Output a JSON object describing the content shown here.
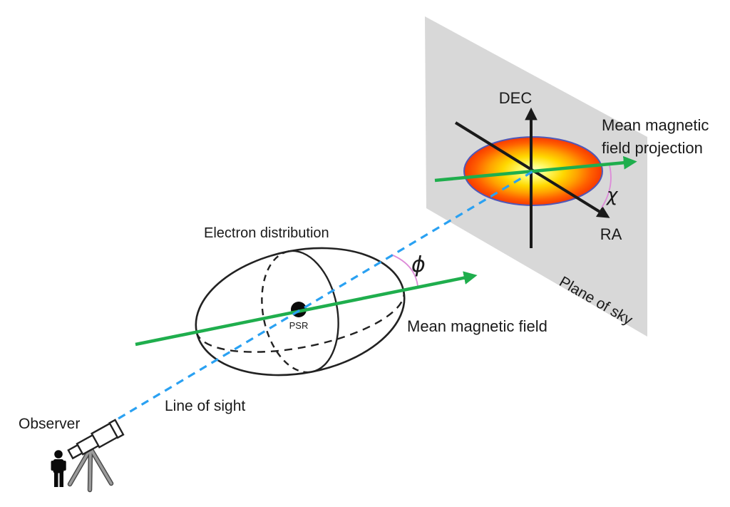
{
  "scene": {
    "observer": {
      "label": "Observer"
    },
    "line_of_sight": {
      "label": "Line of sight"
    },
    "electron_distribution": {
      "label": "Electron distribution",
      "psr_label": "PSR"
    },
    "mean_magnetic_field": {
      "label": "Mean magnetic field",
      "angle_symbol": "ϕ"
    },
    "plane_of_sky": {
      "label": "Plane of sky",
      "dec_axis_label": "DEC",
      "ra_axis_label": "RA",
      "projection_label_line1": "Mean magnetic",
      "projection_label_line2": "field projection",
      "angle_symbol": "χ"
    },
    "colors": {
      "magnetic_field_green": "#1fae4d",
      "line_of_sight_blue": "#2aa1f2",
      "angle_magenta": "#c83fc8",
      "angle_arc_pink": "#dd8ad8",
      "plane_gray": "#d8d8d8",
      "axis_black": "#1a1a1a",
      "ellipse_border": "#5058b8",
      "gradient_core_yellow": "#ffffc8",
      "gradient_edge_red": "#e81500"
    }
  }
}
